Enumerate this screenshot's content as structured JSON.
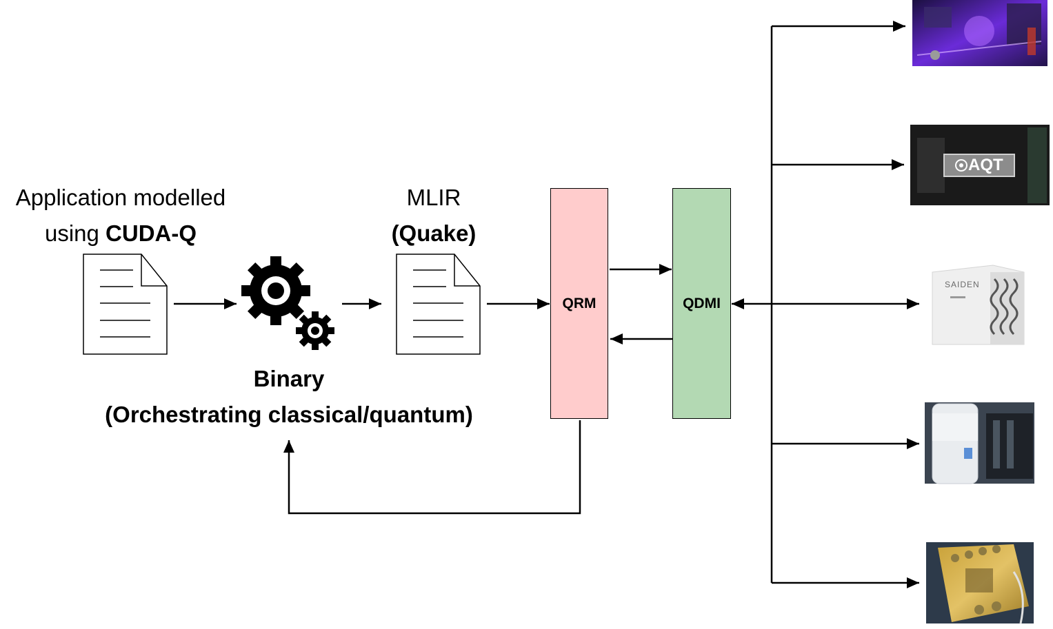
{
  "labels": {
    "app_line1": "Application modelled",
    "app_line2_prefix": "using ",
    "app_line2_bold": "CUDA-Q",
    "mlir_line1": "MLIR",
    "mlir_line2": "(Quake)",
    "binary_line1": "Binary",
    "binary_line2": "(Orchestrating classical/quantum)"
  },
  "boxes": {
    "qrm": {
      "label": "QRM",
      "fill": "#ffcccc"
    },
    "qdmi": {
      "label": "QDMI",
      "fill": "#b3d9b3"
    }
  },
  "device_labels": {
    "aqt": "AQT",
    "saiden": "SAIDEN"
  }
}
